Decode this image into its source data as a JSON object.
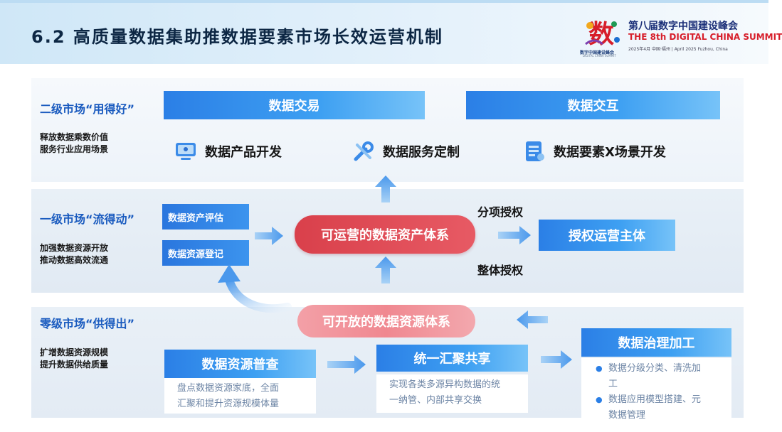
{
  "header": {
    "title": "6.2 高质量数据集助推数据要素市场长效运营机制"
  },
  "logo": {
    "mark_text": "数",
    "caption_cn": "数字中国建设峰会",
    "caption_en": "DIGITAL CHINA SUMMIT",
    "title_cn": "第八届数字中国建设峰会",
    "title_en": "THE 8th DIGITAL CHINA SUMMIT",
    "date_line": "2025年4月 中国·福州 | April 2025 Fuzhou, China",
    "colors": {
      "navy": "#1b2f78",
      "red": "#d71e2a"
    }
  },
  "tier2": {
    "title": "二级市场“用得好”",
    "sub_lines": [
      "释放数据乘数价值",
      "服务行业应用场景"
    ],
    "headers": [
      "数据交易",
      "数据交互"
    ],
    "items": [
      {
        "icon": "monitor-icon",
        "label": "数据产品开发"
      },
      {
        "icon": "tools-icon",
        "label": "数据服务定制"
      },
      {
        "icon": "document-icon",
        "label": "数据要素X场景开发"
      }
    ]
  },
  "tier1": {
    "title": "一级市场“流得动”",
    "sub_lines": [
      "加强数据资源开放",
      "推动数据高效流通"
    ],
    "tags": [
      "数据资产评估",
      "数据资源登记"
    ],
    "center_pill": "可运营的数据资产体系",
    "grant_top": "分项授权",
    "grant_bottom": "整体授权",
    "operator": "授权运营主体"
  },
  "tier0": {
    "title": "零级市场“供得出”",
    "sub_lines": [
      "扩增数据资源规模",
      "提升数据供给质量"
    ],
    "center_pill": "可开放的数据资源体系",
    "cards": [
      {
        "title": "数据资源普查",
        "body": [
          "盘点数据资源家底，全面",
          "汇聚和提升资源规模体量"
        ]
      },
      {
        "title": "统一汇聚共享",
        "body": [
          "实现各类多源异构数据的统",
          "一纳管、内部共享交换"
        ]
      },
      {
        "title": "数据治理加工",
        "bullets": [
          [
            "数据分级分类、清洗加",
            "工"
          ],
          [
            "数据应用模型搭建、元",
            "数据管理"
          ]
        ]
      }
    ]
  },
  "colors": {
    "title_blue": "#1a5bbf",
    "bar_blue": "#2b7fe6",
    "pill_red": "#d9404b",
    "pill_pink": "#f08890",
    "arrow_blue": "#5ca9ee"
  }
}
